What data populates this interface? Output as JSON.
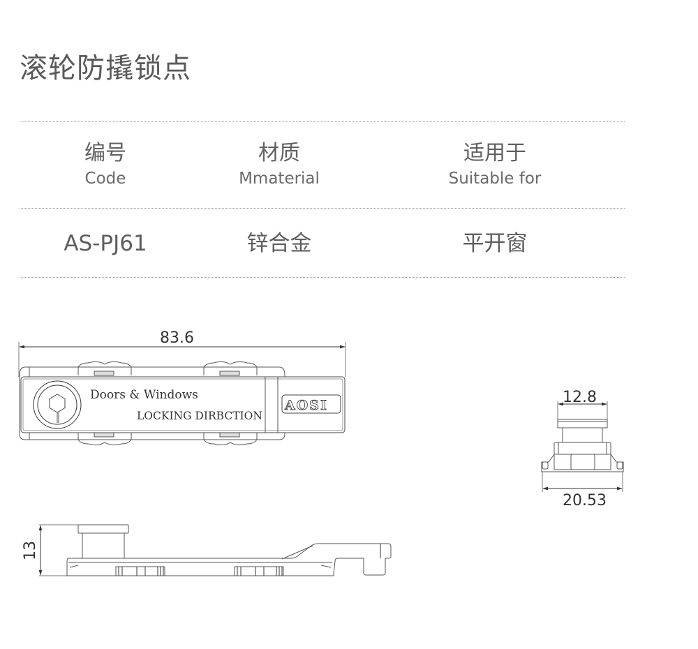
{
  "title": "滚轮防撬锁点",
  "spec_table": {
    "headers": [
      {
        "cn": "编号",
        "en": "Code"
      },
      {
        "cn": "材质",
        "en": "Mmaterial"
      },
      {
        "cn": "适用于",
        "en": "Suitable for"
      }
    ],
    "values": [
      "AS-PJ61",
      "锌合金",
      "平开窗"
    ]
  },
  "drawing": {
    "top_view": {
      "dimension_length": "83.6",
      "plate_text_line1": "Doors & Windows",
      "plate_text_line2": "LOCKING DIRBCTION",
      "logo_text": "AOSI"
    },
    "end_view": {
      "dimension_top": "12.8",
      "dimension_bottom": "20.53"
    },
    "side_view": {
      "dimension_height": "13"
    }
  }
}
